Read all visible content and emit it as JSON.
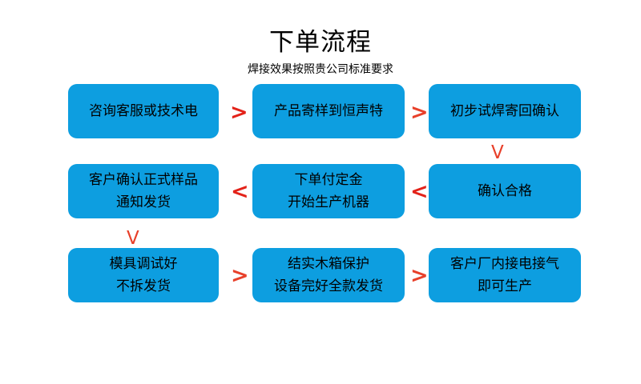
{
  "header": {
    "title": "下单流程",
    "subtitle": "焊接效果按照贵公司标准要求"
  },
  "colors": {
    "node_fill": "#0d9ee0",
    "arrow_red": "#e32219",
    "arrow_orange": "#e8402a",
    "text": "#000000",
    "background": "#ffffff"
  },
  "flow": {
    "rows": [
      {
        "nodes": [
          {
            "id": "step-1",
            "lines": [
              "咨询客服或技术电"
            ]
          },
          {
            "id": "step-2",
            "lines": [
              "产品寄样到恒声特"
            ]
          },
          {
            "id": "step-3",
            "lines": [
              "初步试焊寄回确认"
            ]
          }
        ]
      },
      {
        "nodes": [
          {
            "id": "step-6",
            "lines": [
              "客户确认正式样品",
              "通知发货"
            ]
          },
          {
            "id": "step-5",
            "lines": [
              "下单付定金",
              "开始生产机器"
            ]
          },
          {
            "id": "step-4",
            "lines": [
              "确认合格"
            ]
          }
        ]
      },
      {
        "nodes": [
          {
            "id": "step-7",
            "lines": [
              "模具调试好",
              "不拆发货"
            ]
          },
          {
            "id": "step-8",
            "lines": [
              "结实木箱保护",
              "设备完好全款发货"
            ]
          },
          {
            "id": "step-9",
            "lines": [
              "客户厂内接电接气",
              "即可生产"
            ]
          }
        ]
      }
    ],
    "connectors": [
      {
        "id": "arrow-r1-1to2",
        "glyph": ">"
      },
      {
        "id": "arrow-r1-2to3",
        "glyph": ">"
      },
      {
        "id": "arrow-down-right",
        "glyph": "V"
      },
      {
        "id": "arrow-r2-3to2",
        "glyph": "<"
      },
      {
        "id": "arrow-r2-2to1",
        "glyph": "<"
      },
      {
        "id": "arrow-down-left",
        "glyph": "V"
      },
      {
        "id": "arrow-r3-1to2",
        "glyph": ">"
      },
      {
        "id": "arrow-r3-2to3",
        "glyph": ">"
      }
    ]
  }
}
